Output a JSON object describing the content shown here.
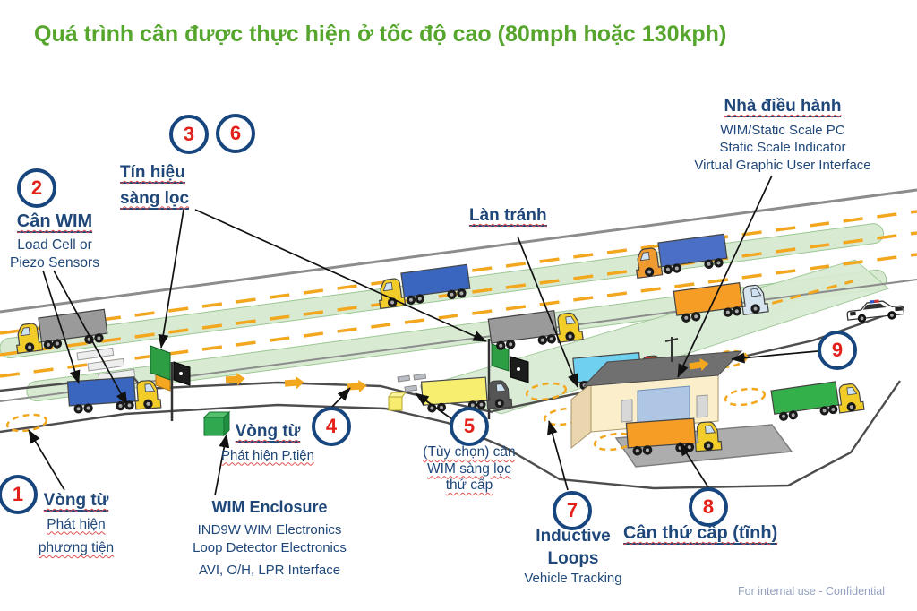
{
  "title": "Quá trình cân được thực hiện ở tốc độ cao (80mph hoặc 130kph)",
  "footer": "For internal use - Confidential",
  "colors": {
    "title_green": "#56A52C",
    "label_blue": "#1F4779",
    "badge_ring_blue": "#17457E",
    "badge_number_red": "#E32119",
    "loop_orange": "#F2A71F",
    "zone_green": "#D8EBD2",
    "spellcheck_red": "#E05050"
  },
  "badges": {
    "b1": "1",
    "b2": "2",
    "b3": "3",
    "b4": "4",
    "b5": "5",
    "b6": "6",
    "b7": "7",
    "b8": "8",
    "b9": "9"
  },
  "labels": {
    "can_wim": {
      "heading": "Cân WIM",
      "line1": "Load Cell or",
      "line2": "Piezo Sensors"
    },
    "tin_hieu": {
      "heading_line1": "Tín hiệu",
      "heading_line2": "sàng lọc"
    },
    "nha_dieu_hanh": {
      "heading": "Nhà điều hành",
      "line1": "WIM/Static Scale PC",
      "line2": "Static Scale Indicator",
      "line3": "Virtual Graphic User Interface"
    },
    "lan_tranh": {
      "heading": "Làn tránh"
    },
    "vong_tu_phat_hien": {
      "heading": "Vòng từ",
      "line1": "Phát hiện",
      "line2": "phương tiện"
    },
    "wim_enclosure": {
      "heading": "WIM Enclosure",
      "line1": "IND9W WIM Electronics",
      "line2": "Loop Detector Electronics",
      "line3": "AVI, O/H, LPR Interface"
    },
    "vong_tu_p_tien": {
      "heading": "Vòng từ",
      "line1": "Phát hiện P.tiện"
    },
    "tuy_chon_wim": {
      "line1": "(Tùy chọn) cân",
      "line2": "WIM sàng lọc",
      "line3": "thứ cấp"
    },
    "inductive_loops": {
      "heading_line1": "Inductive",
      "heading_line2": "Loops",
      "line1": "Vehicle Tracking"
    },
    "can_thu_cap": {
      "heading": "Cân thứ cấp (tĩnh)"
    }
  }
}
